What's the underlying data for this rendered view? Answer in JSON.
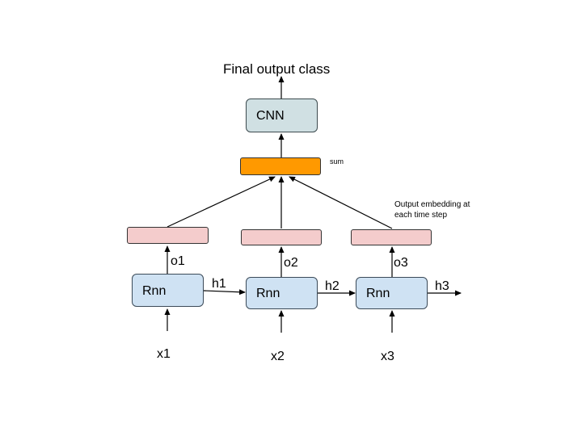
{
  "title": "Final output class",
  "cnn": {
    "label": "CNN"
  },
  "sum": {
    "label": "sum"
  },
  "annotation": {
    "line1": "Output embedding at",
    "line2": "each time step"
  },
  "steps": [
    {
      "rnn": "Rnn",
      "input": "x1",
      "output": "o1",
      "hidden": "h1"
    },
    {
      "rnn": "Rnn",
      "input": "x2",
      "output": "o2",
      "hidden": "h2"
    },
    {
      "rnn": "Rnn",
      "input": "x3",
      "output": "o3",
      "hidden": "h3"
    }
  ],
  "colors": {
    "rnn_fill": "#cfe2f3",
    "cnn_fill": "#d0e0e3",
    "sum_fill": "#ff9900",
    "embedding_fill": "#f4cccc",
    "stroke": "#000000"
  }
}
